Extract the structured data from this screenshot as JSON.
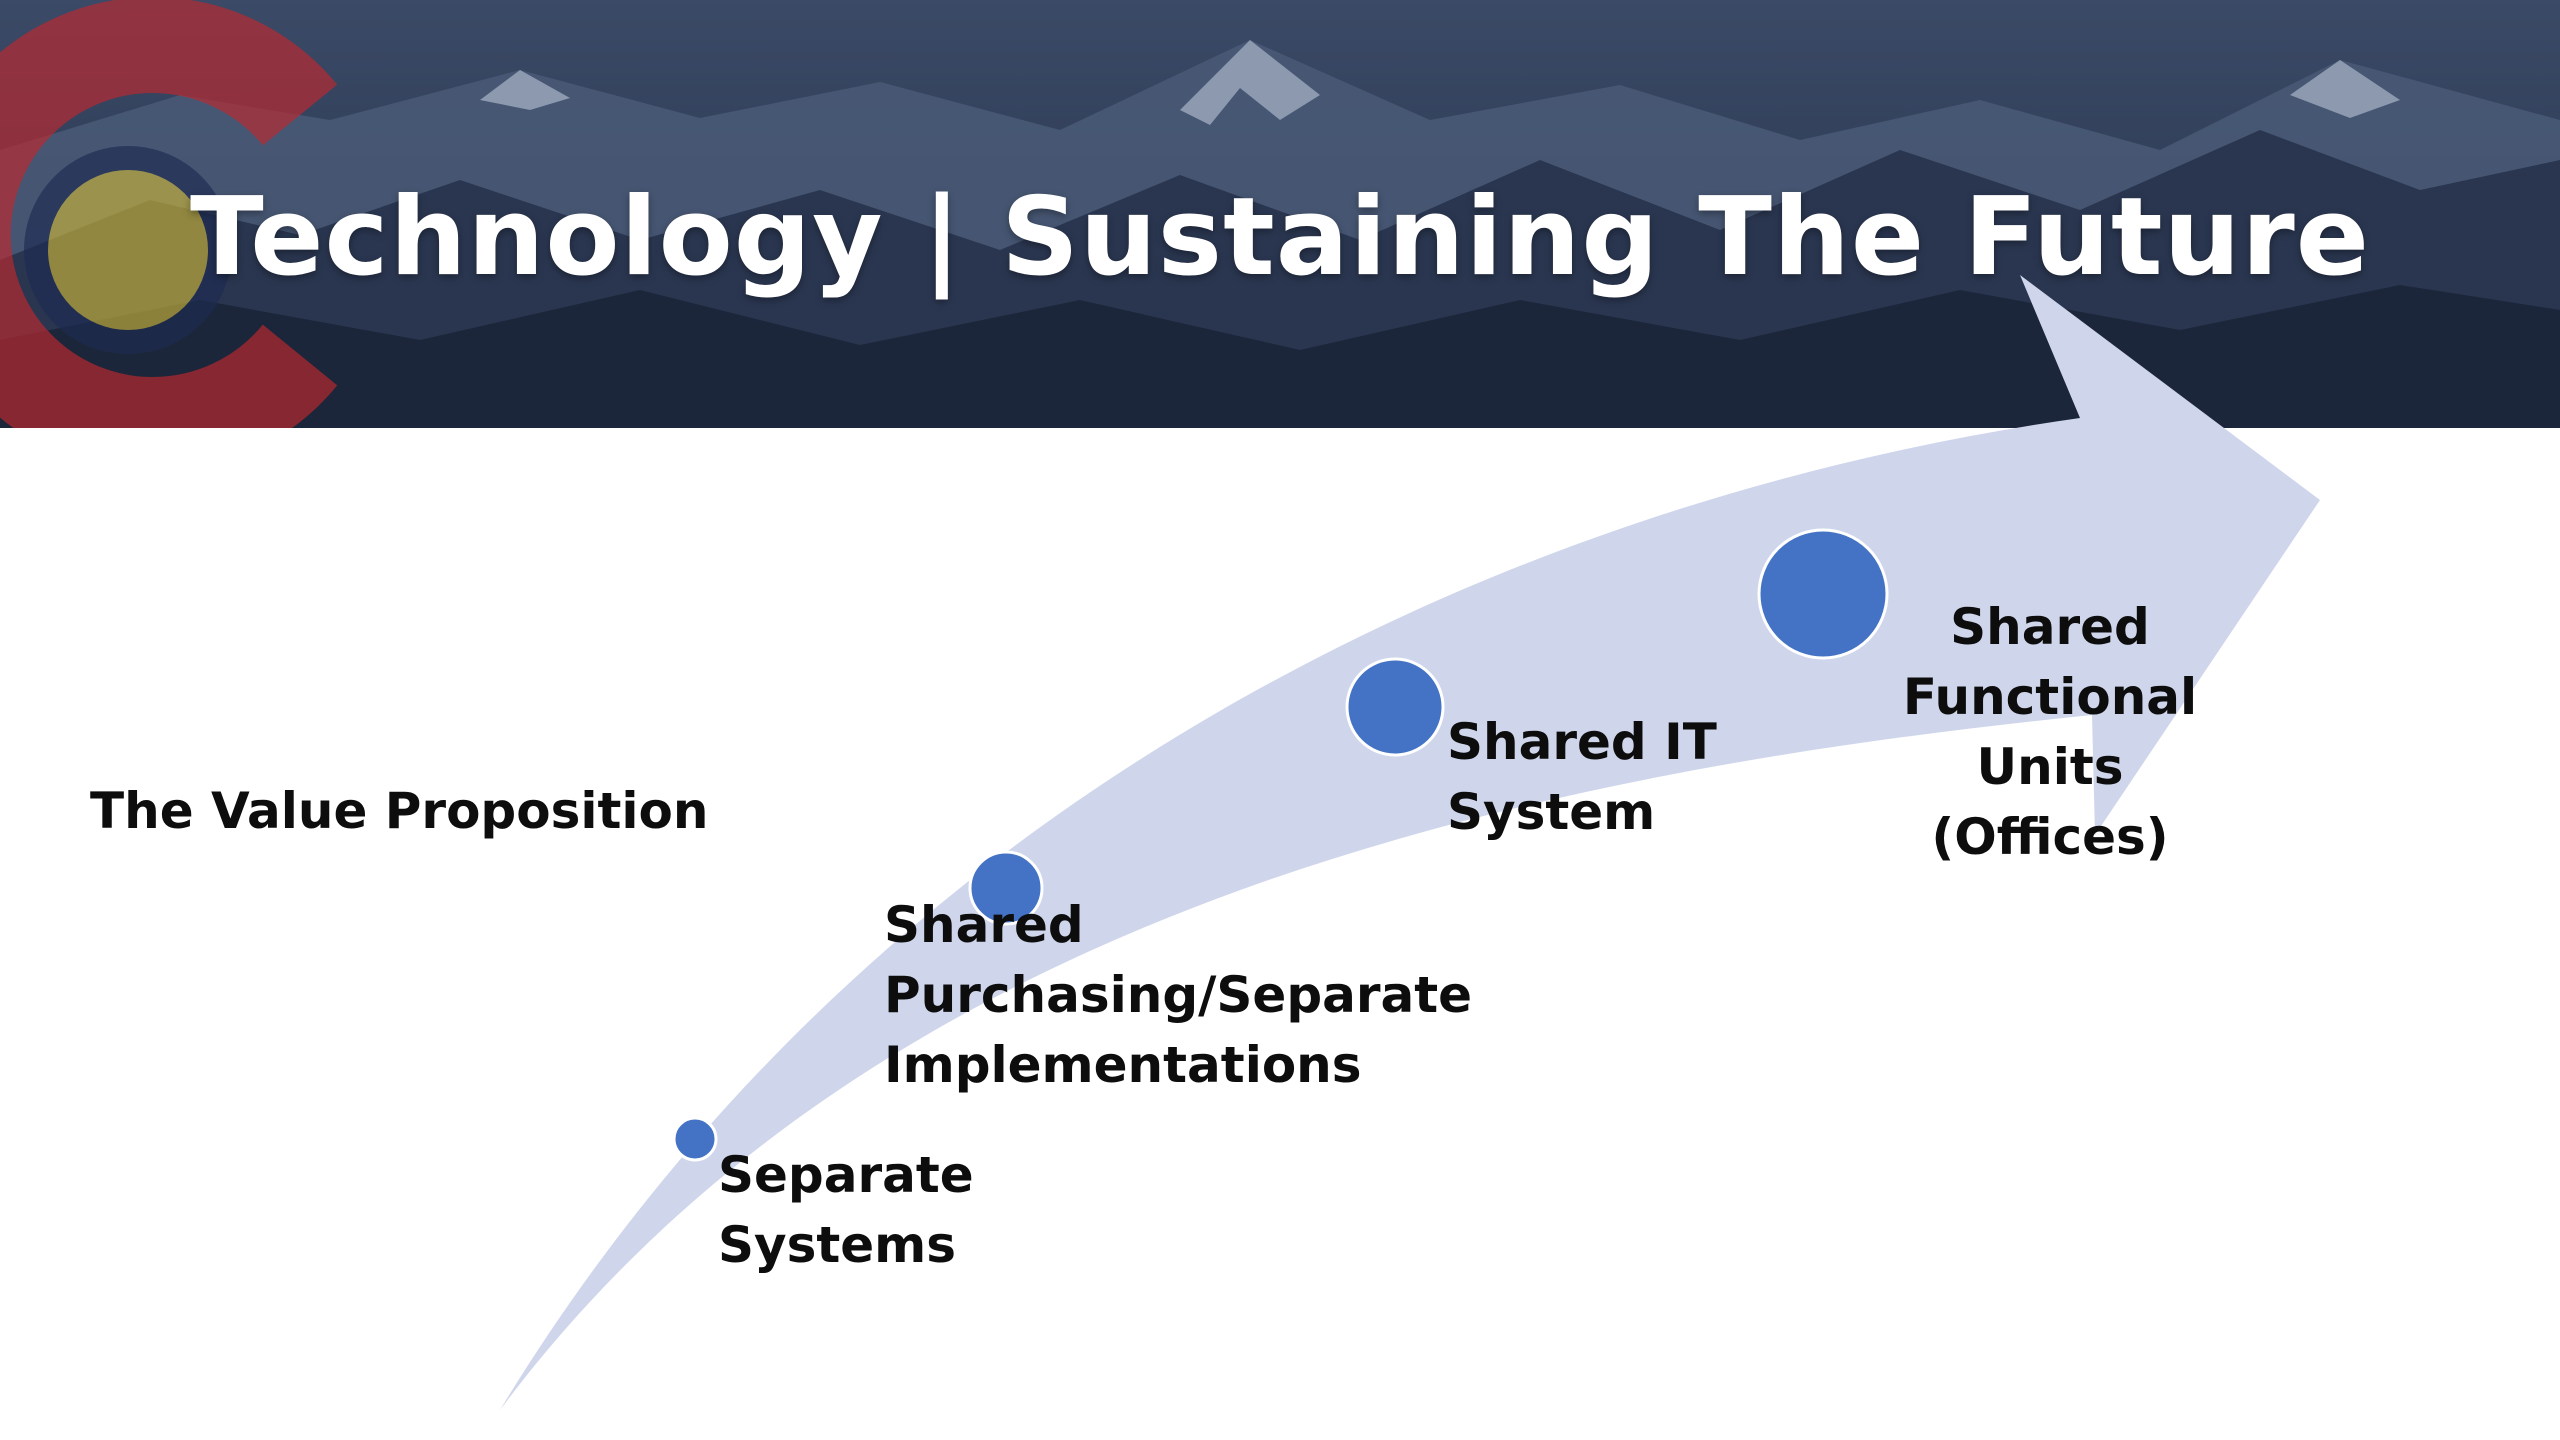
{
  "slide": {
    "title": "Technology | Sustaining The Future",
    "left_label": "The Value Proposition"
  },
  "stages": [
    {
      "lines": [
        "Separate",
        "Systems"
      ]
    },
    {
      "lines": [
        "Shared",
        "Purchasing/Separate",
        "Implementations"
      ]
    },
    {
      "lines": [
        "Shared IT",
        "System"
      ]
    },
    {
      "lines": [
        "Shared",
        "Functional",
        "Units",
        "(Offices)"
      ]
    }
  ],
  "colors": {
    "banner_top": "#3a4a66",
    "banner_bottom": "#1b2638",
    "arrow_fill": "#cfd6ec",
    "dot_fill": "#4472c4",
    "logo_red": "#c0282e",
    "logo_gold": "#c9b33a",
    "logo_blue": "#1d2b52",
    "text_dark": "#0d0d0d",
    "title_text": "#ffffff"
  },
  "icons": {
    "logo": "colorado-c-logo",
    "arrow": "curved-growth-arrow",
    "banner": "mountain-range-banner"
  }
}
